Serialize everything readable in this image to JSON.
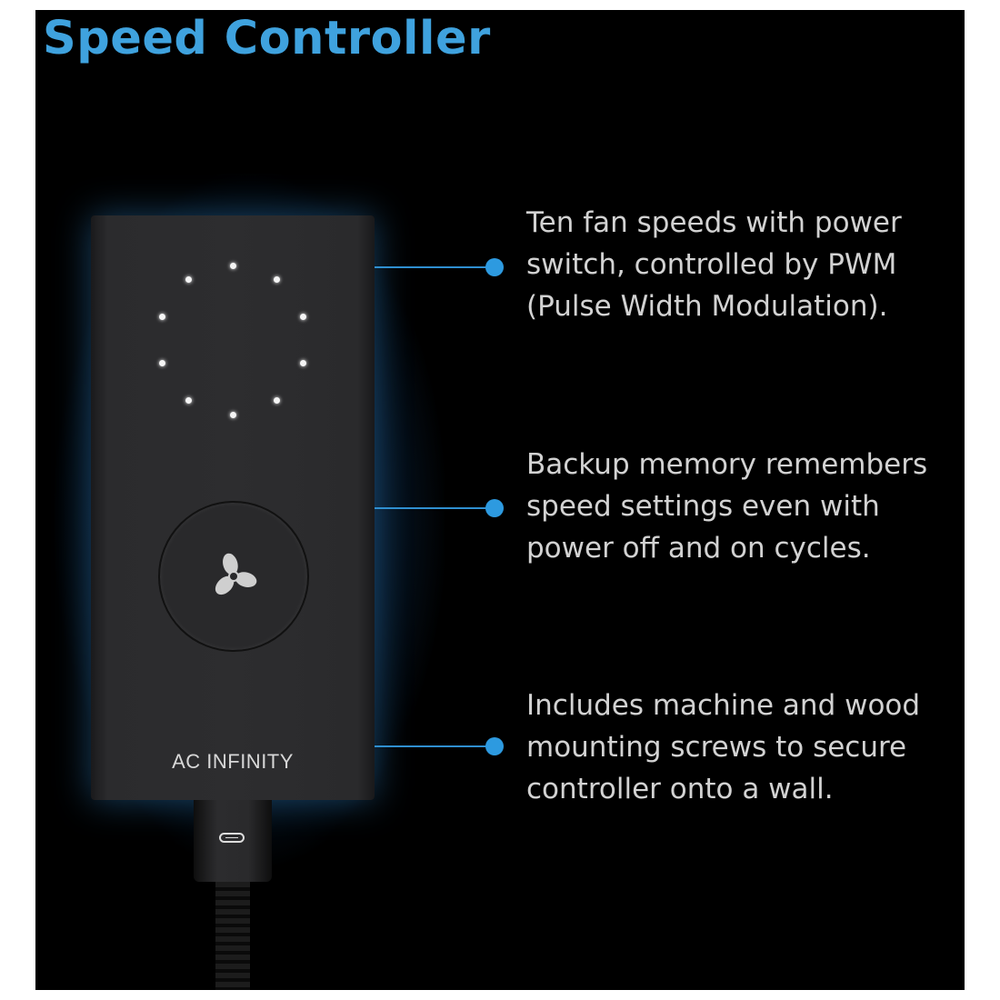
{
  "title": "Speed Controller",
  "device": {
    "brand": "AC INFINITY",
    "led_count": 10,
    "button_icon": "fan-icon",
    "port_icon": "usb-c-icon"
  },
  "callouts": [
    {
      "text": "Ten fan speeds with power\nswitch, controlled by PWM\n(Pulse Width Modulation)."
    },
    {
      "text": "Backup memory remembers\nspeed settings even with\npower off and on cycles."
    },
    {
      "text": "Includes machine and wood\nmounting screws to secure\ncontroller onto a wall."
    }
  ],
  "colors": {
    "accent": "#3fa2de",
    "background": "#000000",
    "text": "#d2d2d2"
  }
}
